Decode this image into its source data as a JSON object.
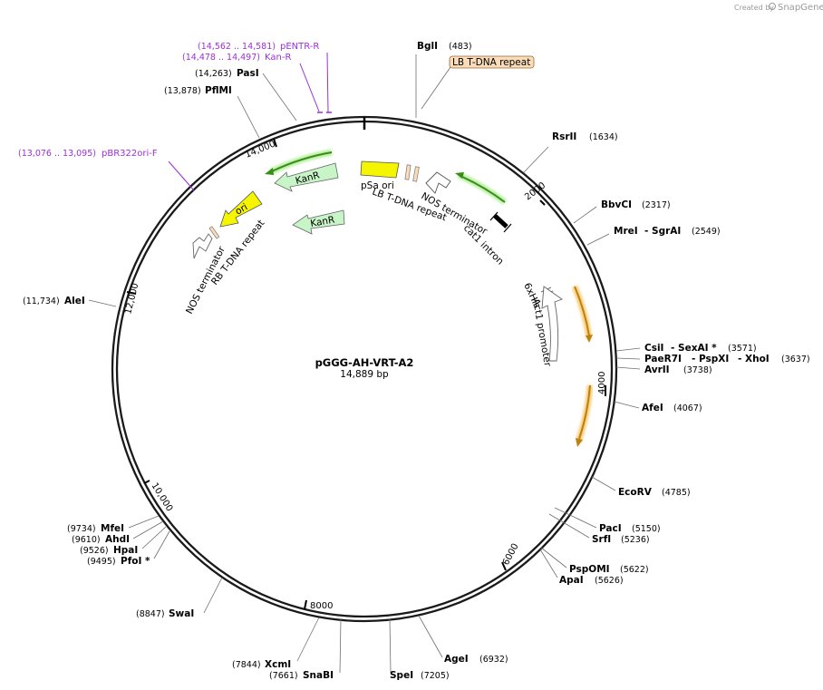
{
  "header": {
    "created_by": "Created by",
    "brand": "SnapGene"
  },
  "plasmid": {
    "name": "pGGG-AH-VRT-A2",
    "size": "14,889 bp"
  },
  "ticks": [
    "2000",
    "4000",
    "6000",
    "8000",
    "10,000",
    "12,000",
    "14,000"
  ],
  "sites": [
    {
      "name": "BglI",
      "pos": "(483)"
    },
    {
      "name": "RsrII",
      "pos": "(1634)"
    },
    {
      "name": "BbvCI",
      "pos": "(2317)"
    },
    {
      "name": "MreI",
      "name2": "- SgrAI",
      "pos": "(2549)"
    },
    {
      "name": "CsiI",
      "name2": "- SexAI *",
      "pos": "(3571)"
    },
    {
      "name": "PaeR7I",
      "name2": "- PspXI",
      "name3": "- XhoI",
      "pos": "(3637)"
    },
    {
      "name": "AvrII",
      "pos": "(3738)"
    },
    {
      "name": "AfeI",
      "pos": "(4067)"
    },
    {
      "name": "EcoRV",
      "pos": "(4785)"
    },
    {
      "name": "PacI",
      "pos": "(5150)"
    },
    {
      "name": "SrfI",
      "pos": "(5236)"
    },
    {
      "name": "PspOMI",
      "pos": "(5622)"
    },
    {
      "name": "ApaI",
      "pos": "(5626)"
    },
    {
      "name": "AgeI",
      "pos": "(6932)"
    },
    {
      "name": "SpeI",
      "pos": "(7205)"
    },
    {
      "name": "SnaBI",
      "pos": "(7661)"
    },
    {
      "name": "XcmI",
      "pos": "(7844)"
    },
    {
      "name": "SwaI",
      "pos": "(8847)"
    },
    {
      "name": "PfoI *",
      "pos": "(9495)"
    },
    {
      "name": "HpaI",
      "pos": "(9526)"
    },
    {
      "name": "AhdI",
      "pos": "(9610)"
    },
    {
      "name": "MfeI",
      "pos": "(9734)"
    },
    {
      "name": "AleI",
      "pos": "(11,734)"
    },
    {
      "name": "PflMI",
      "pos": "(13,878)"
    },
    {
      "name": "PasI",
      "pos": "(14,263)"
    }
  ],
  "primers": [
    {
      "name": "pENTR-R",
      "pos": "(14,562 .. 14,581)"
    },
    {
      "name": "Kan-R",
      "pos": "(14,478 .. 14,497)"
    },
    {
      "name": "pBR322ori-F",
      "pos": "(13,076 .. 13,095)"
    }
  ],
  "features": {
    "lb_repeat_box": "LB T-DNA repeat",
    "labels": [
      "pSa ori",
      "LB T-DNA repeat",
      "NOS terminator",
      "cat1 intron",
      "6xHis",
      "Act1 promoter",
      "KanR",
      "KanR",
      "ori",
      "NOS terminator",
      "RB T-DNA repeat"
    ]
  },
  "colors": {
    "ring": "#1a1a1a",
    "green_arrow": "#3a8c1a",
    "orange_arrow": "#f0a020",
    "kanr_fill": "#c8f5c8",
    "ori_fill": "#f5f500",
    "primer": "#9b30d9",
    "lb_box": "#fbdcb8"
  }
}
